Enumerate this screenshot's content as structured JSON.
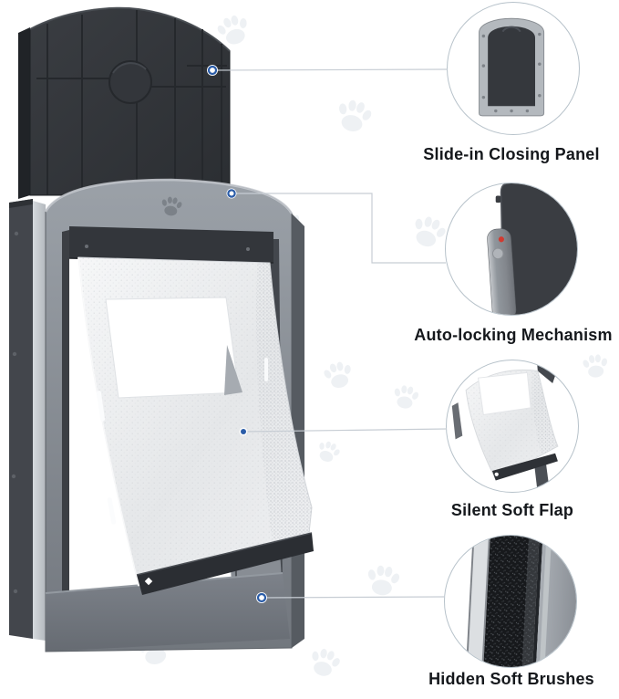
{
  "illustration": {
    "subject": "pet-door-feature-diagram"
  },
  "callouts": [
    {
      "label": "Slide-in Closing Panel",
      "image": "closing-panel-detail"
    },
    {
      "label": "Auto-locking Mechanism",
      "image": "auto-lock-detail"
    },
    {
      "label": "Silent Soft Flap",
      "image": "soft-flap-detail"
    },
    {
      "label": "Hidden Soft Brushes",
      "image": "soft-brushes-detail"
    }
  ],
  "icons": [
    "paw-watermark-icon",
    "callout-marker-icon"
  ],
  "colors": {
    "accent_blue": "#2a5ca8",
    "connector_line": "#c7cdd4",
    "indicator_red": "#d23a30",
    "frame_gray": "#7c818a",
    "panel_black": "#33363b",
    "flap_white": "#eceef0"
  }
}
